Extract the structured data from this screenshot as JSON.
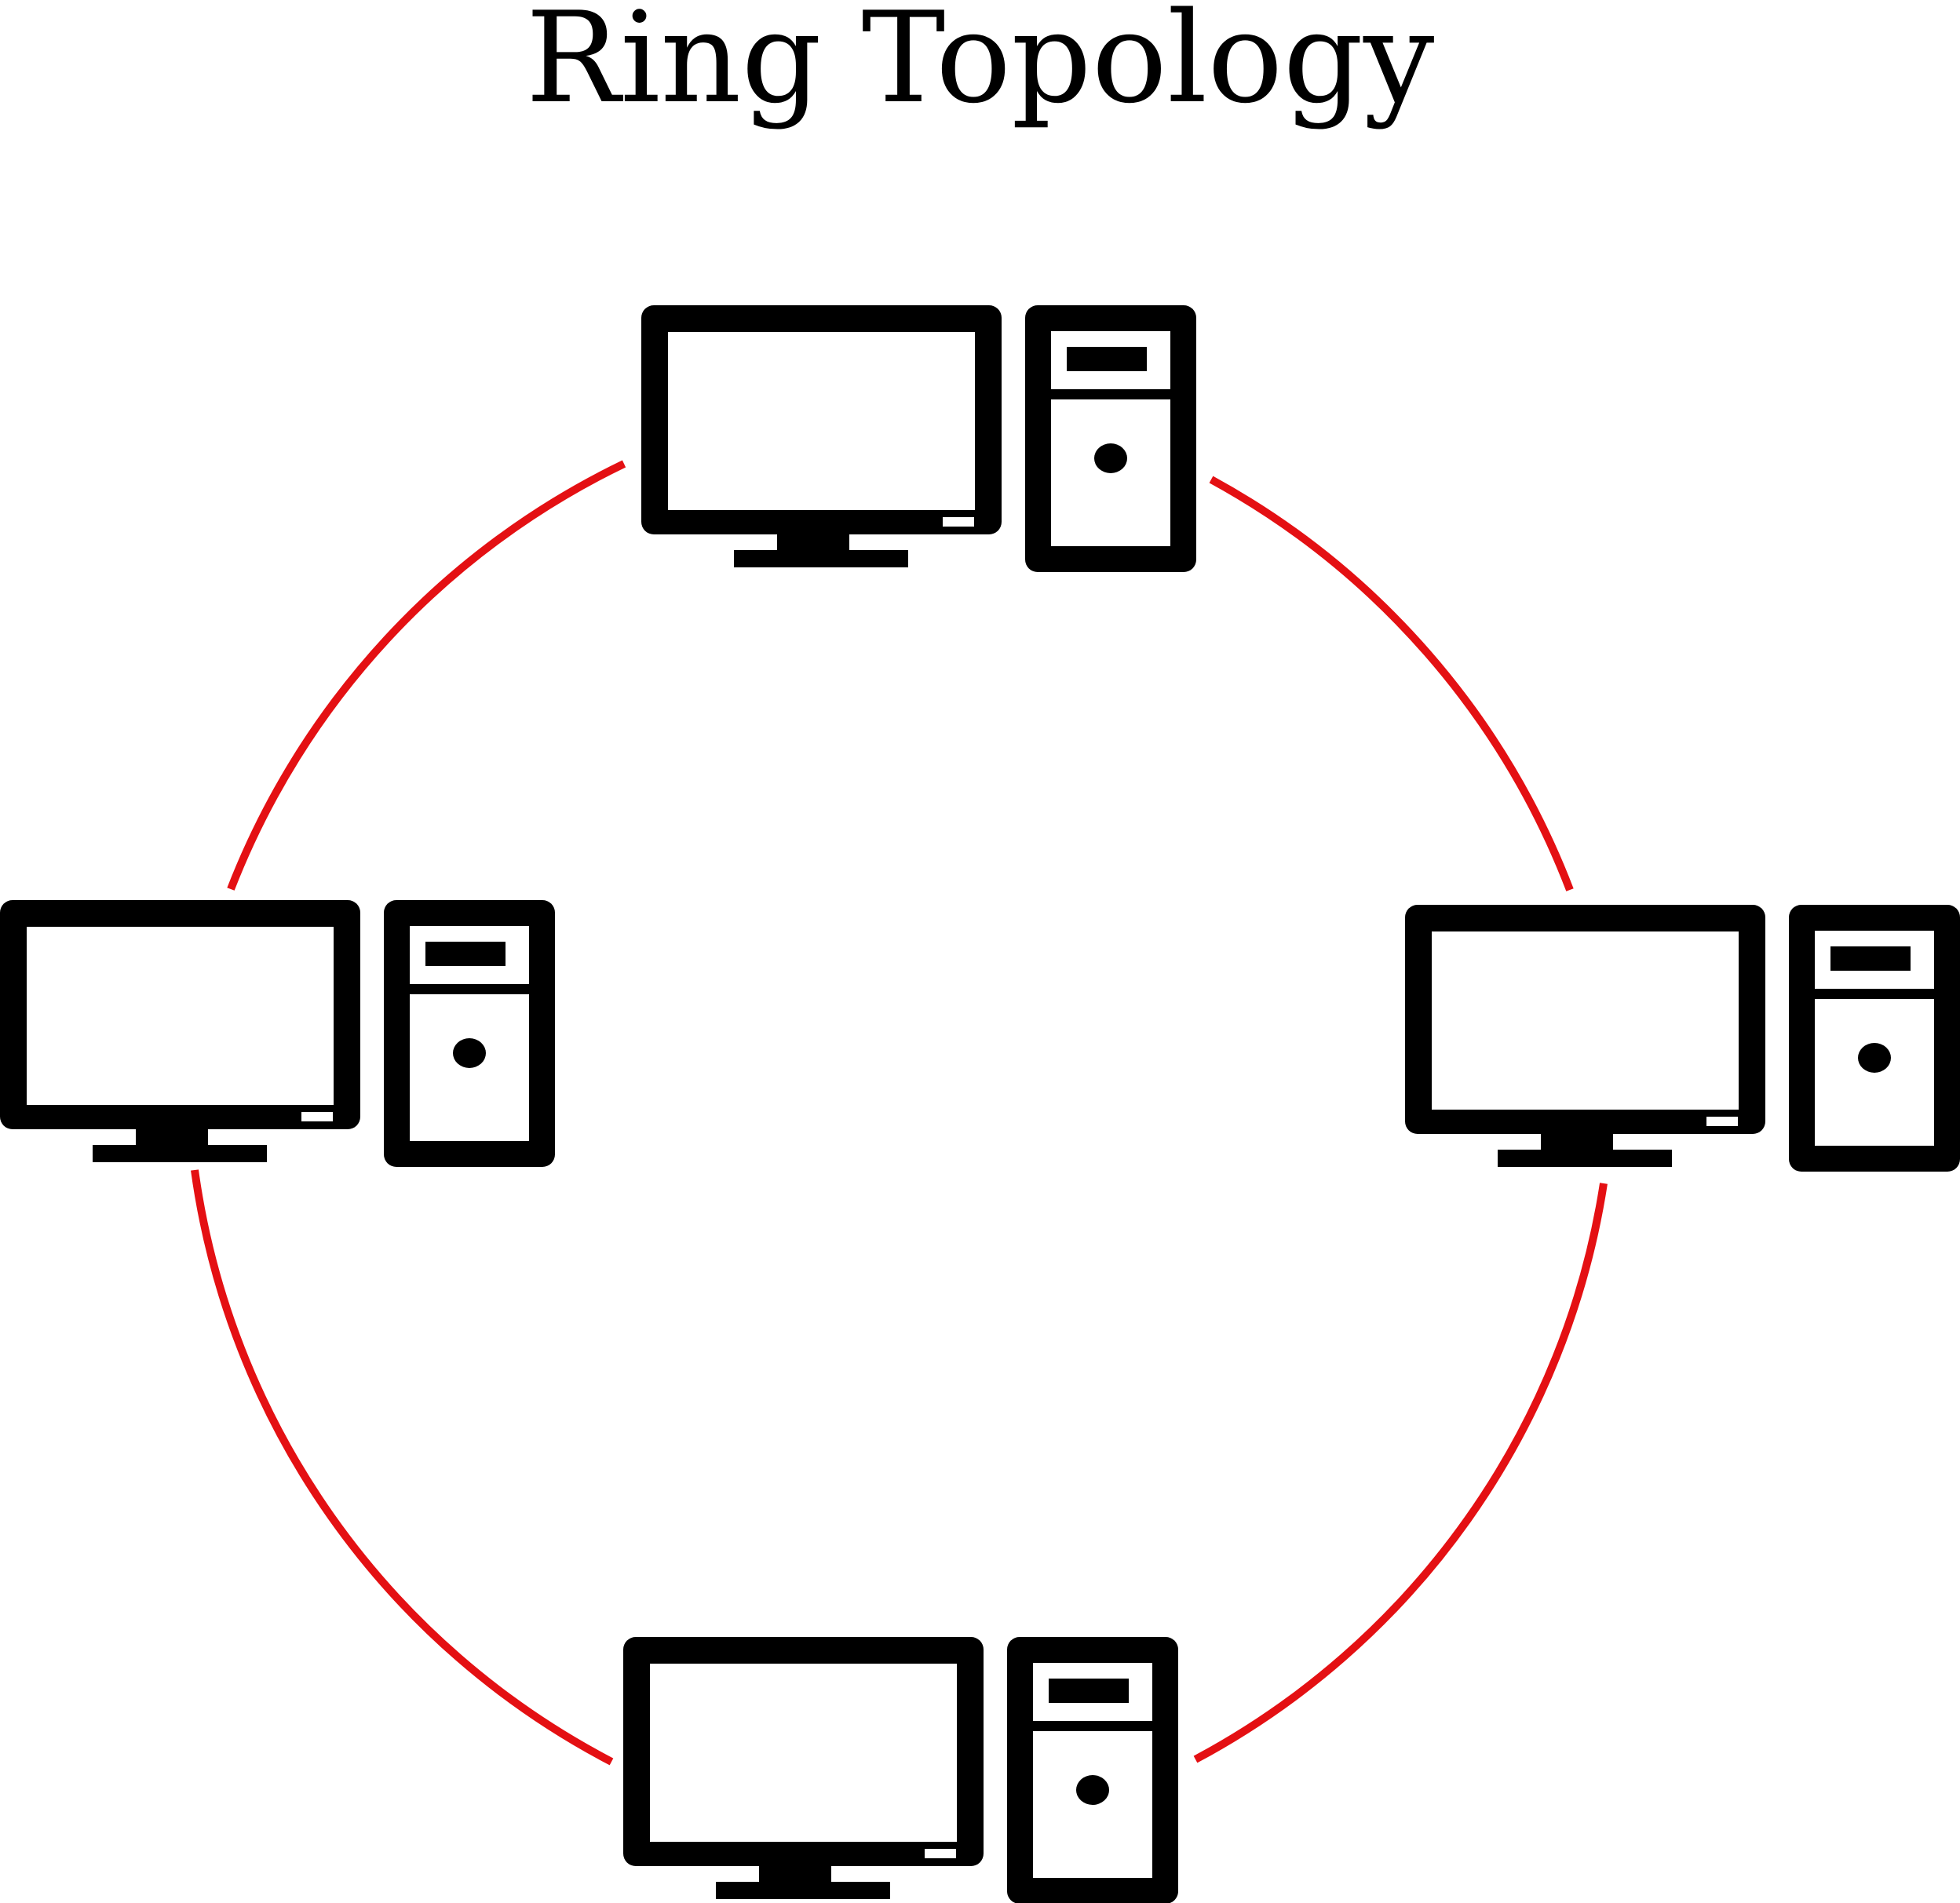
{
  "title": "Ring Topology",
  "colors": {
    "ring": "#e41013",
    "device": "#000000",
    "background": "#ffffff"
  },
  "nodes": [
    {
      "id": "top",
      "icon": "desktop-computer-icon"
    },
    {
      "id": "right",
      "icon": "desktop-computer-icon"
    },
    {
      "id": "bottom",
      "icon": "desktop-computer-icon"
    },
    {
      "id": "left",
      "icon": "desktop-computer-icon"
    }
  ],
  "links": [
    {
      "from": "top",
      "to": "right"
    },
    {
      "from": "right",
      "to": "bottom"
    },
    {
      "from": "bottom",
      "to": "left"
    },
    {
      "from": "left",
      "to": "top"
    }
  ]
}
